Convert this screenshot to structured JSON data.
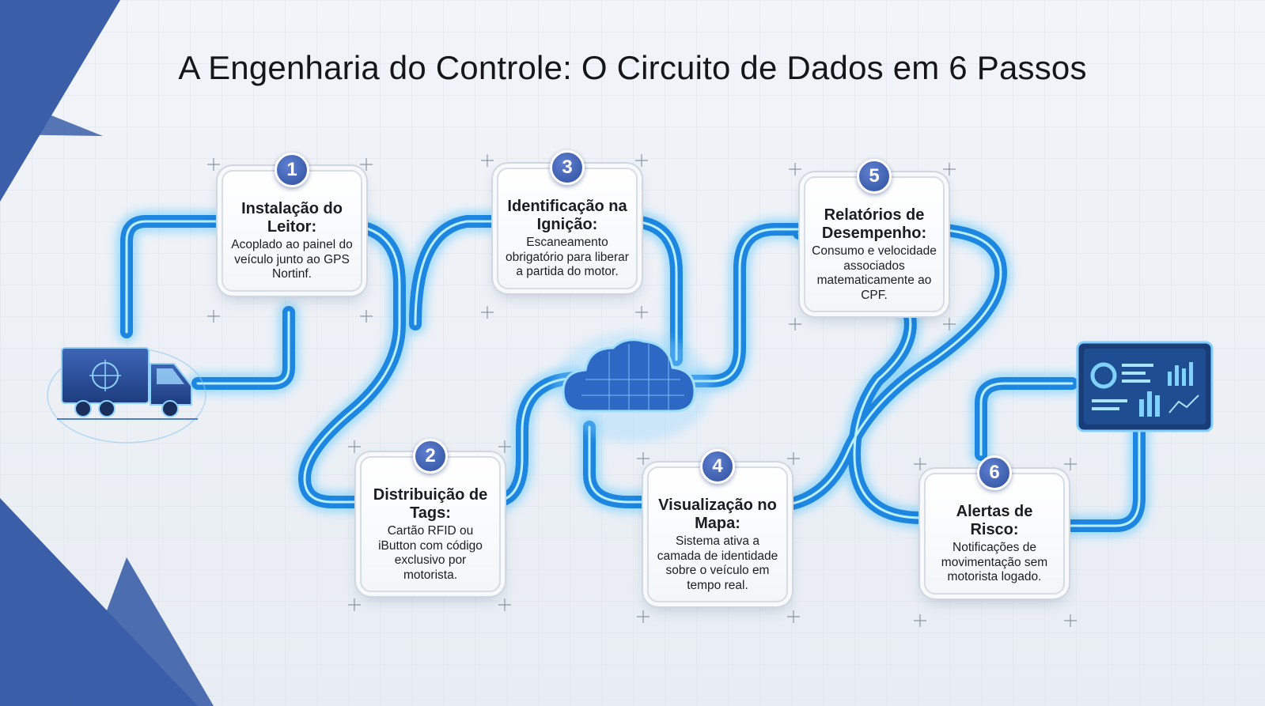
{
  "title": "A Engenharia do Controle: O Circuito de Dados em 6 Passos",
  "colors": {
    "accent": "#3b5ea8",
    "pipe": "#1f8ee8",
    "pipe_glow": "#6fd3ff",
    "background": "#eef2f6"
  },
  "icons": {
    "truck": "truck-icon",
    "cloud": "cloud-icon",
    "dashboard": "dashboard-icon"
  },
  "steps": [
    {
      "number": "1",
      "title": "Instalação do Leitor:",
      "desc": "Acoplado ao painel do veículo junto ao GPS Nortinf."
    },
    {
      "number": "2",
      "title": "Distribuição de Tags:",
      "desc": "Cartão RFID ou iButton com código exclusivo por motorista."
    },
    {
      "number": "3",
      "title": "Identificação na Ignição:",
      "desc": "Escaneamento obrigatório para liberar a partida do motor."
    },
    {
      "number": "4",
      "title": "Visualização no Mapa:",
      "desc": "Sistema ativa a camada de identidade sobre o veículo em tempo real."
    },
    {
      "number": "5",
      "title": "Relatórios de Desempenho:",
      "desc": "Consumo e velocidade associados matematicamente ao CPF."
    },
    {
      "number": "6",
      "title": "Alertas de Risco:",
      "desc": "Notificações de movimentação sem motorista logado."
    }
  ]
}
